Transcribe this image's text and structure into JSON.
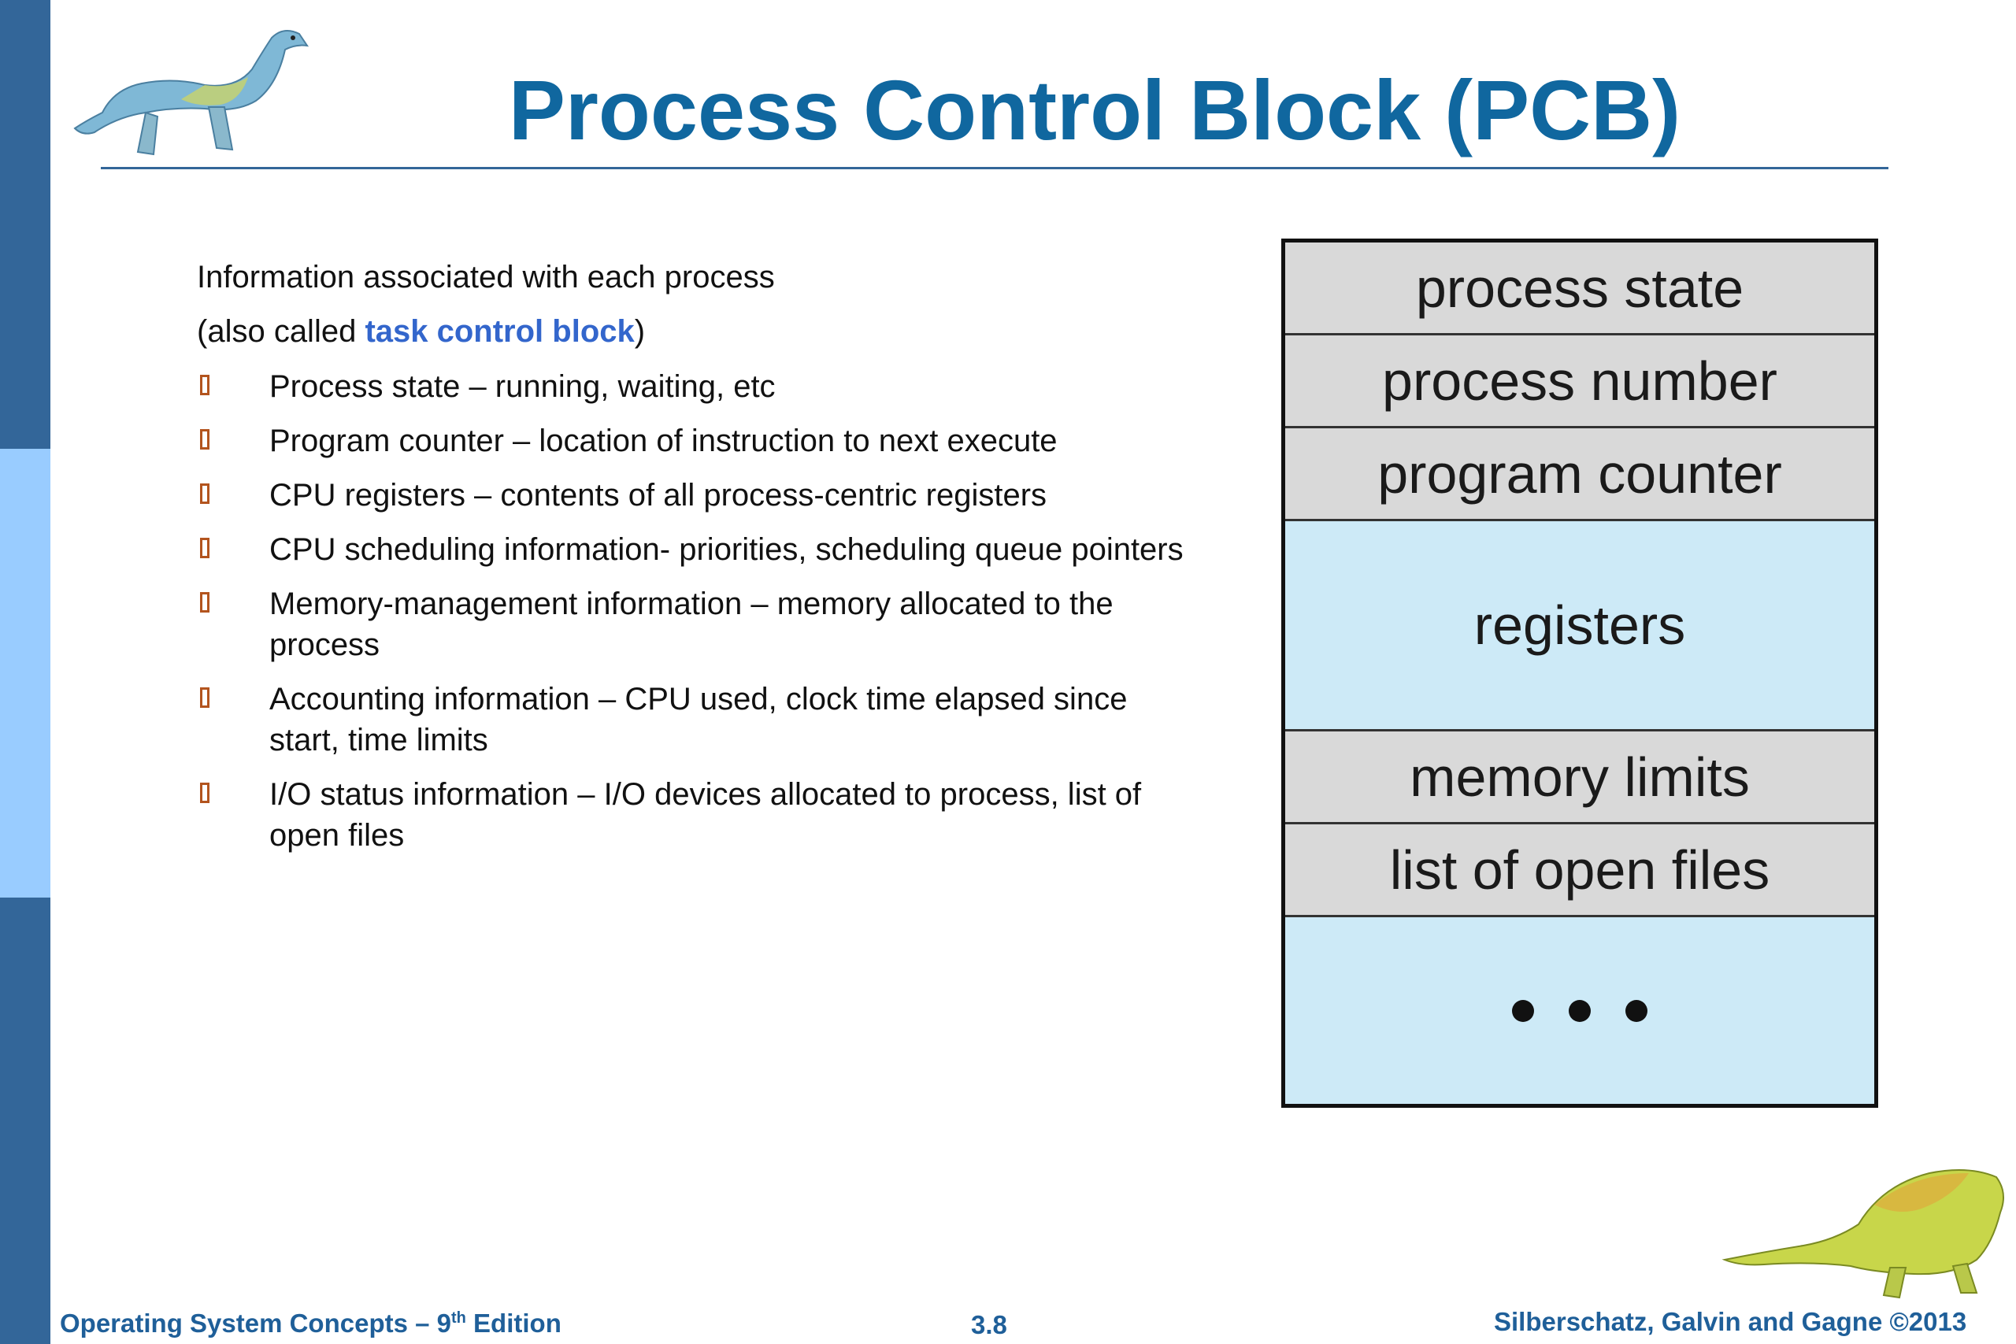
{
  "title": "Process Control Block (PCB)",
  "intro": {
    "line1": "Information associated with each process",
    "line2_prefix": "(also called ",
    "line2_highlight": "task control block",
    "line2_suffix": ")"
  },
  "bullets": [
    {
      "text": "Process state – running, waiting, etc"
    },
    {
      "text": "Program counter – location of instruction to next execute"
    },
    {
      "text": "CPU registers – contents of all process-centric registers"
    },
    {
      "text": "CPU scheduling information- priorities, scheduling queue pointers"
    },
    {
      "text": "Memory-management information – memory allocated to the process"
    },
    {
      "text": "Accounting information – CPU used, clock time elapsed since start, time limits"
    },
    {
      "text": "I/O status information – I/O devices allocated to process, list of open files"
    }
  ],
  "pcb_fields": {
    "process_state": "process state",
    "process_number": "process number",
    "program_counter": "program counter",
    "registers": "registers",
    "memory_limits": "memory limits",
    "open_files": "list of open files"
  },
  "footer": {
    "left_prefix": "Operating System Concepts – 9",
    "left_sup": "th",
    "left_suffix": " Edition",
    "page_number": "3.8",
    "right": "Silberschatz, Galvin and Gagne ©2013"
  },
  "colors": {
    "title": "#10679f",
    "highlight": "#3366cc",
    "sidebar_dark": "#336699",
    "sidebar_light": "#99ccff",
    "pcb_gray": "#d9d9d9",
    "pcb_blue": "#cdeaf7",
    "bullet_marker": "#b3541e"
  },
  "icons": {
    "top_logo": "dinosaur-illustration",
    "bottom_logo": "dinosaur-illustration"
  }
}
